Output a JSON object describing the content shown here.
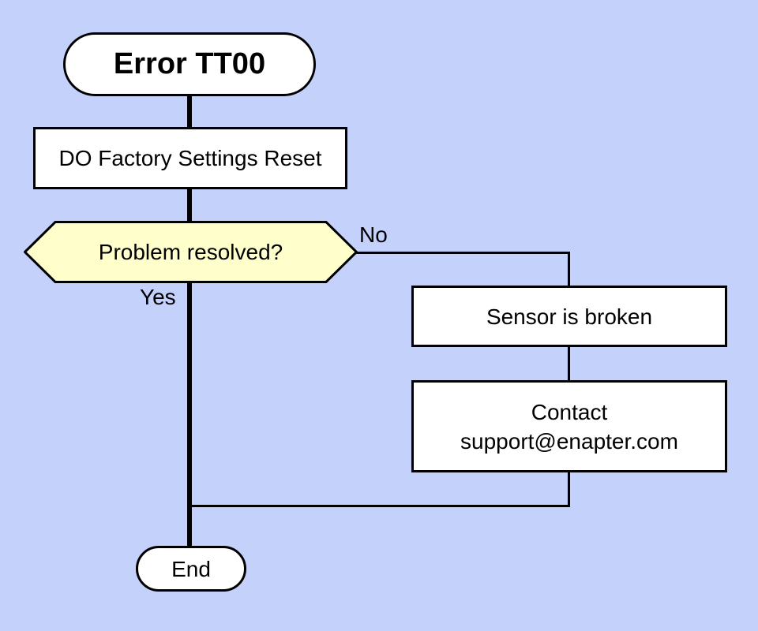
{
  "canvas": {
    "background": "#c4d1fb"
  },
  "colors": {
    "node_fill": "#ffffff",
    "decision_fill": "#ffffcc",
    "stroke": "#000000"
  },
  "nodes": {
    "start": {
      "label": "Error TT00"
    },
    "process": {
      "label": "DO Factory Settings Reset"
    },
    "decision": {
      "label": "Problem resolved?"
    },
    "sensor": {
      "label": "Sensor is broken"
    },
    "contact": {
      "line1": "Contact",
      "line2": "support@enapter.com"
    },
    "end": {
      "label": "End"
    }
  },
  "edges": {
    "no_label": "No",
    "yes_label": "Yes"
  }
}
